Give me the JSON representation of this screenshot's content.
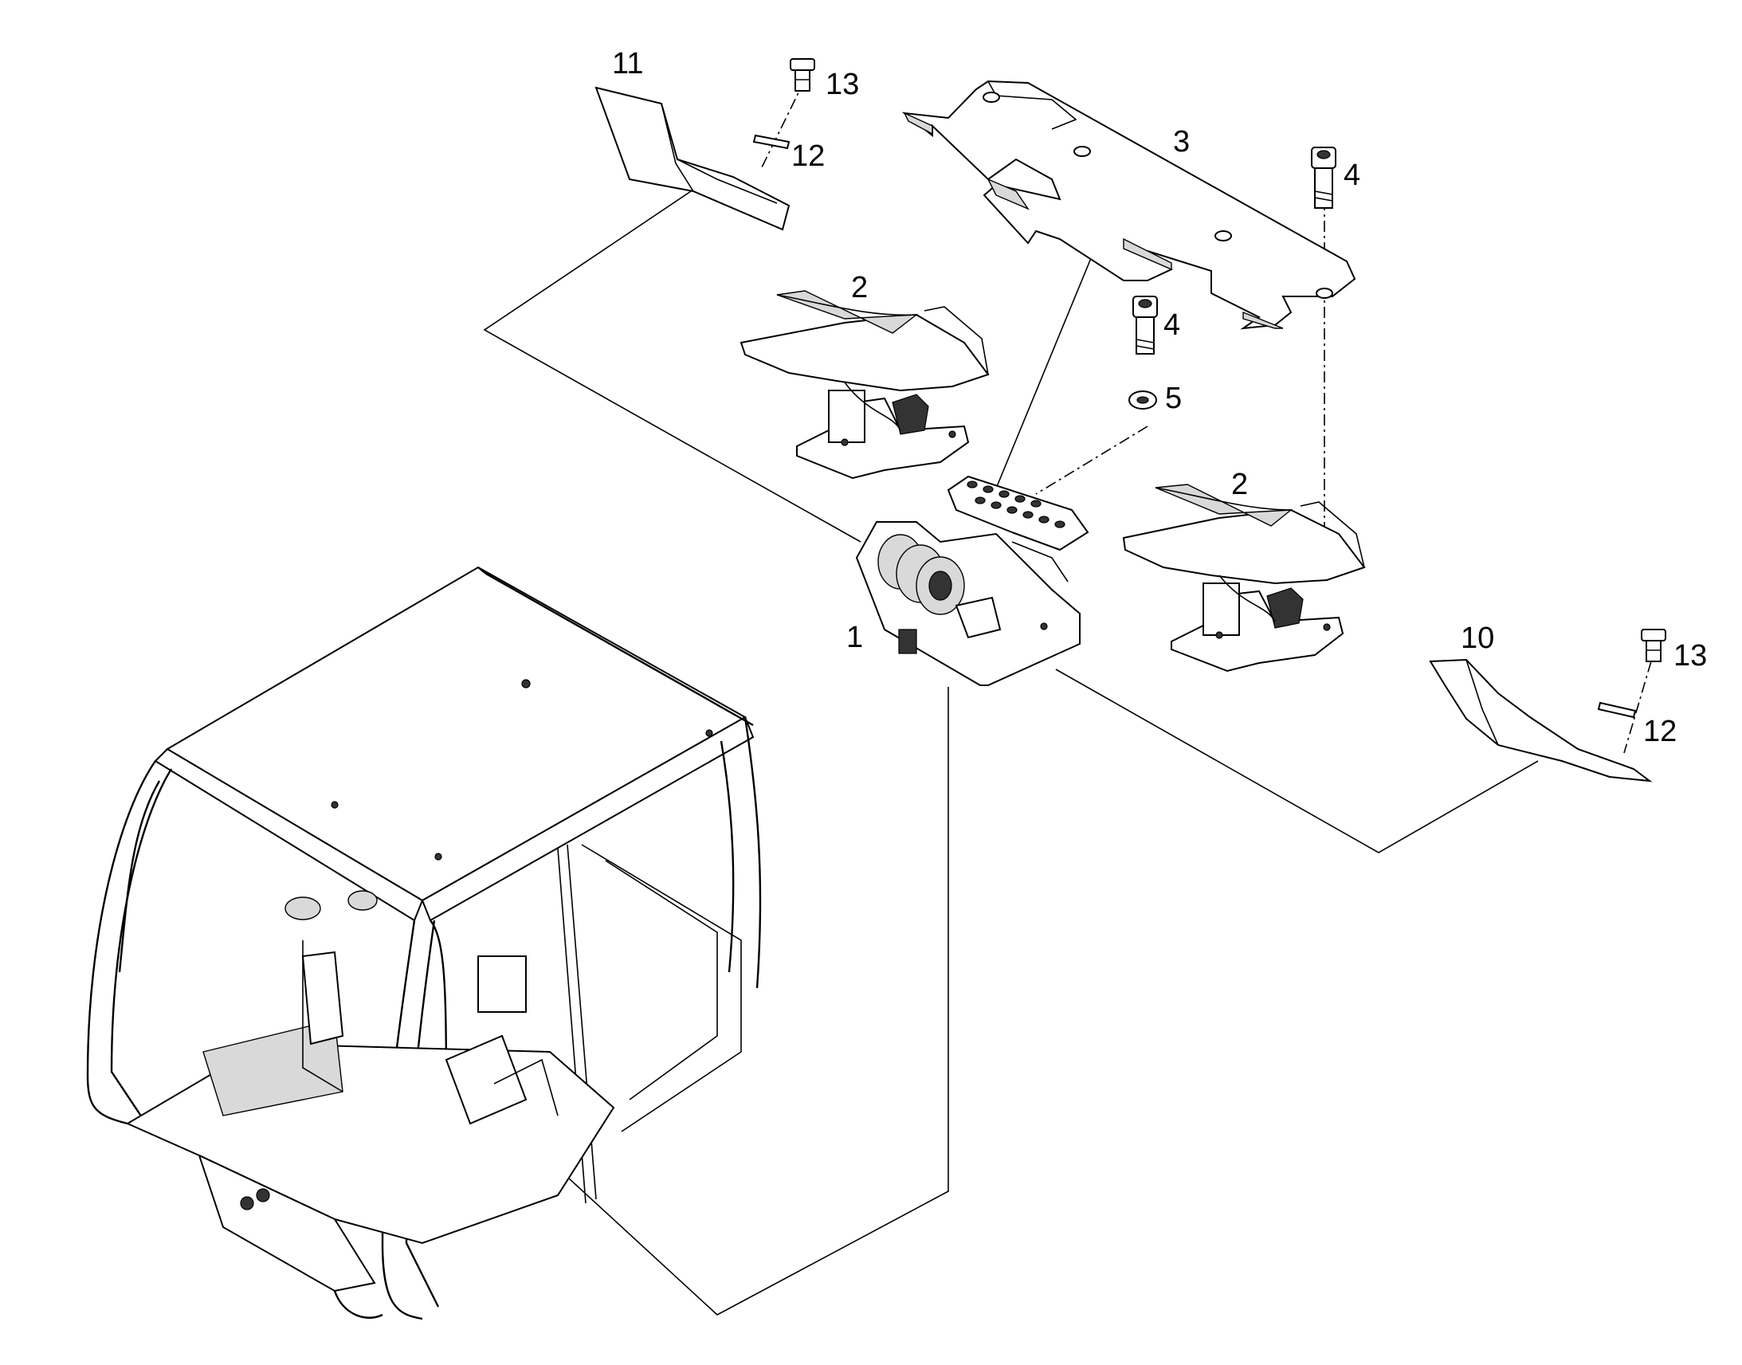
{
  "callouts": [
    {
      "id": "c11",
      "label": "11"
    },
    {
      "id": "c13a",
      "label": "13"
    },
    {
      "id": "c12a",
      "label": "12"
    },
    {
      "id": "c3",
      "label": "3"
    },
    {
      "id": "c4a",
      "label": "4"
    },
    {
      "id": "c2a",
      "label": "2"
    },
    {
      "id": "c4b",
      "label": "4"
    },
    {
      "id": "c5",
      "label": "5"
    },
    {
      "id": "c2b",
      "label": "2"
    },
    {
      "id": "c1",
      "label": "1"
    },
    {
      "id": "c10",
      "label": "10"
    },
    {
      "id": "c13b",
      "label": "13"
    },
    {
      "id": "c12b",
      "label": "12"
    }
  ],
  "parts": [
    {
      "name": "pedal-valve-assembly",
      "callout": "1"
    },
    {
      "name": "foot-pedal",
      "callout": "2"
    },
    {
      "name": "mounting-bracket-plate",
      "callout": "3"
    },
    {
      "name": "cap-screw",
      "callout": "4"
    },
    {
      "name": "washer",
      "callout": "5"
    },
    {
      "name": "cover-plate-right",
      "callout": "10"
    },
    {
      "name": "cover-plate-left",
      "callout": "11"
    },
    {
      "name": "spacer-sleeve",
      "callout": "12"
    },
    {
      "name": "bolt",
      "callout": "13"
    },
    {
      "name": "operator-cab",
      "callout": ""
    }
  ]
}
